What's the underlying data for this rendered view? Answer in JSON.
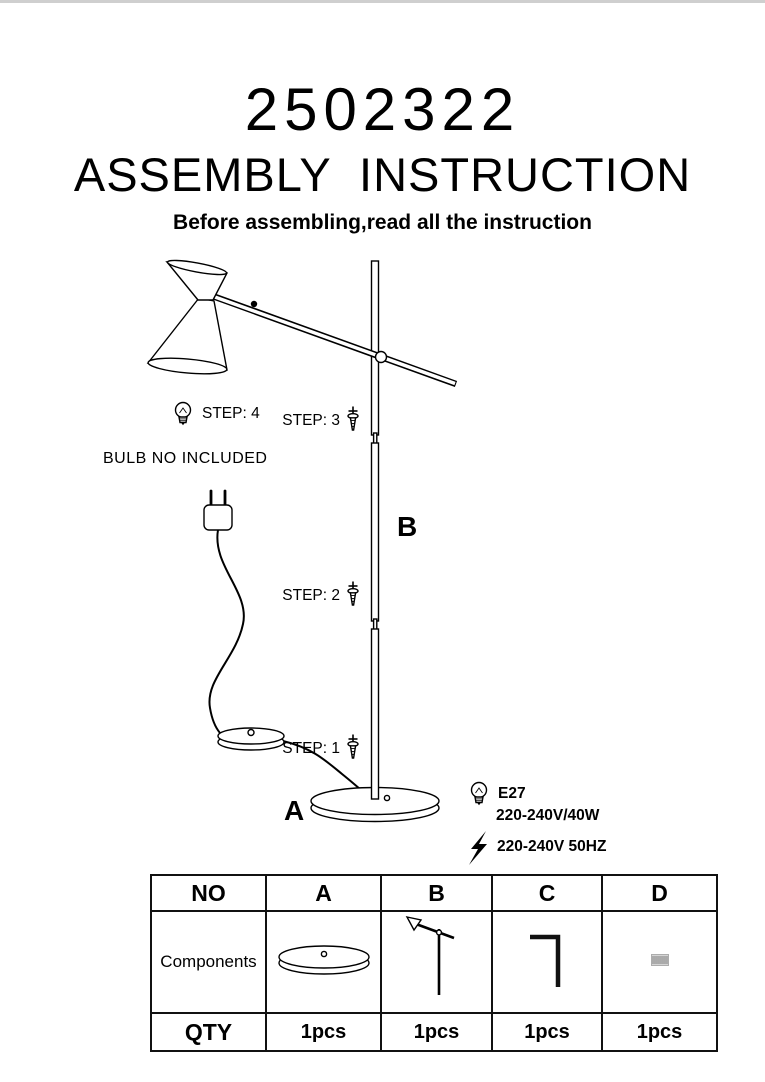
{
  "header": {
    "product_number": "2502322",
    "title": "ASSEMBLY  INSTRUCTION",
    "subtitle": "Before assembling,read all the instruction"
  },
  "diagram": {
    "steps": {
      "step4": "STEP: 4",
      "step3": "STEP: 3",
      "step2": "STEP: 2",
      "step1": "STEP: 1"
    },
    "bulb_note": "BULB NO INCLUDED",
    "part_labels": {
      "b": "B",
      "a": "A"
    },
    "bulb_spec": {
      "socket": "E27",
      "wattage": "220-240V/40W",
      "voltage": "220-240V 50HZ"
    },
    "icons": {
      "bulb": "bulb-icon",
      "screw": "screw-icon",
      "plug": "plug-icon",
      "foot_switch": "foot-switch-icon",
      "lightning": "lightning-icon"
    }
  },
  "table": {
    "col_headers": [
      "NO",
      "A",
      "B",
      "C",
      "D"
    ],
    "components_label": "Components",
    "qty_label": "QTY",
    "qty": [
      "1pcs",
      "1pcs",
      "1pcs",
      "1pcs"
    ]
  }
}
